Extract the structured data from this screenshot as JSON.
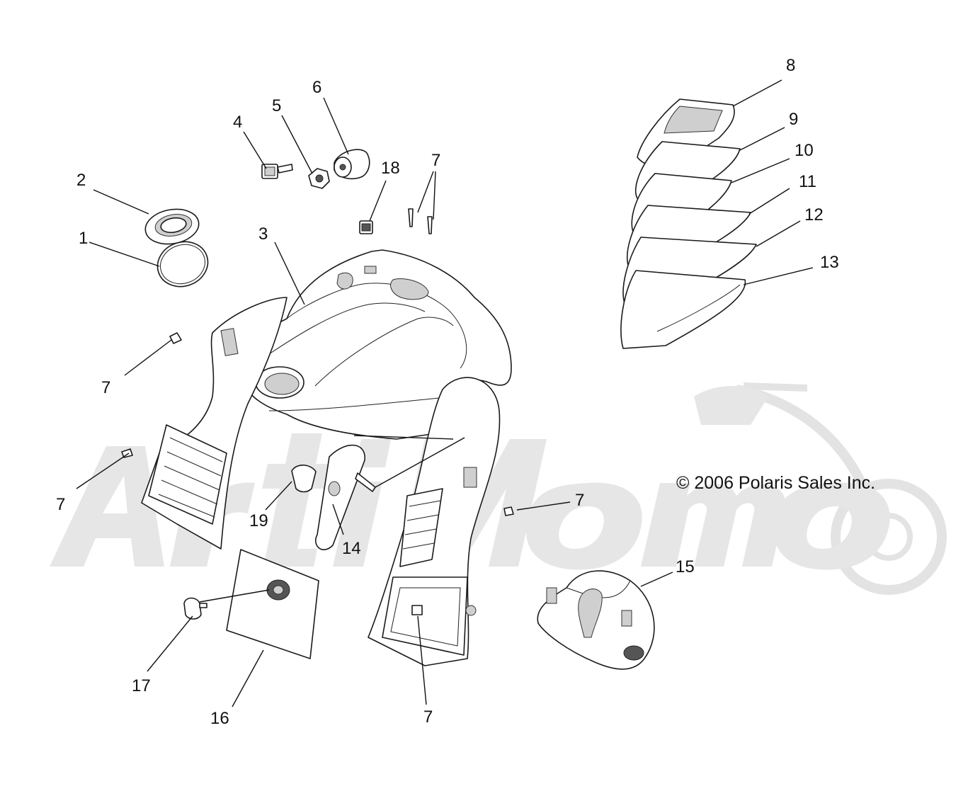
{
  "copyright": "© 2006 Polaris Sales Inc.",
  "watermark_logo": "ArtiMoto",
  "callouts": [
    {
      "id": "c1",
      "label": "1"
    },
    {
      "id": "c2",
      "label": "2"
    },
    {
      "id": "c3",
      "label": "3"
    },
    {
      "id": "c4",
      "label": "4"
    },
    {
      "id": "c5",
      "label": "5"
    },
    {
      "id": "c6",
      "label": "6"
    },
    {
      "id": "c7a",
      "label": "7"
    },
    {
      "id": "c7b",
      "label": "7"
    },
    {
      "id": "c7c",
      "label": "7"
    },
    {
      "id": "c7d",
      "label": "7"
    },
    {
      "id": "c7e",
      "label": "7"
    },
    {
      "id": "c8",
      "label": "8"
    },
    {
      "id": "c9",
      "label": "9"
    },
    {
      "id": "c10",
      "label": "10"
    },
    {
      "id": "c11",
      "label": "11"
    },
    {
      "id": "c12",
      "label": "12"
    },
    {
      "id": "c13",
      "label": "13"
    },
    {
      "id": "c14",
      "label": "14"
    },
    {
      "id": "c15",
      "label": "15"
    },
    {
      "id": "c16",
      "label": "16"
    },
    {
      "id": "c17",
      "label": "17"
    },
    {
      "id": "c18",
      "label": "18"
    },
    {
      "id": "c19",
      "label": "19"
    }
  ]
}
